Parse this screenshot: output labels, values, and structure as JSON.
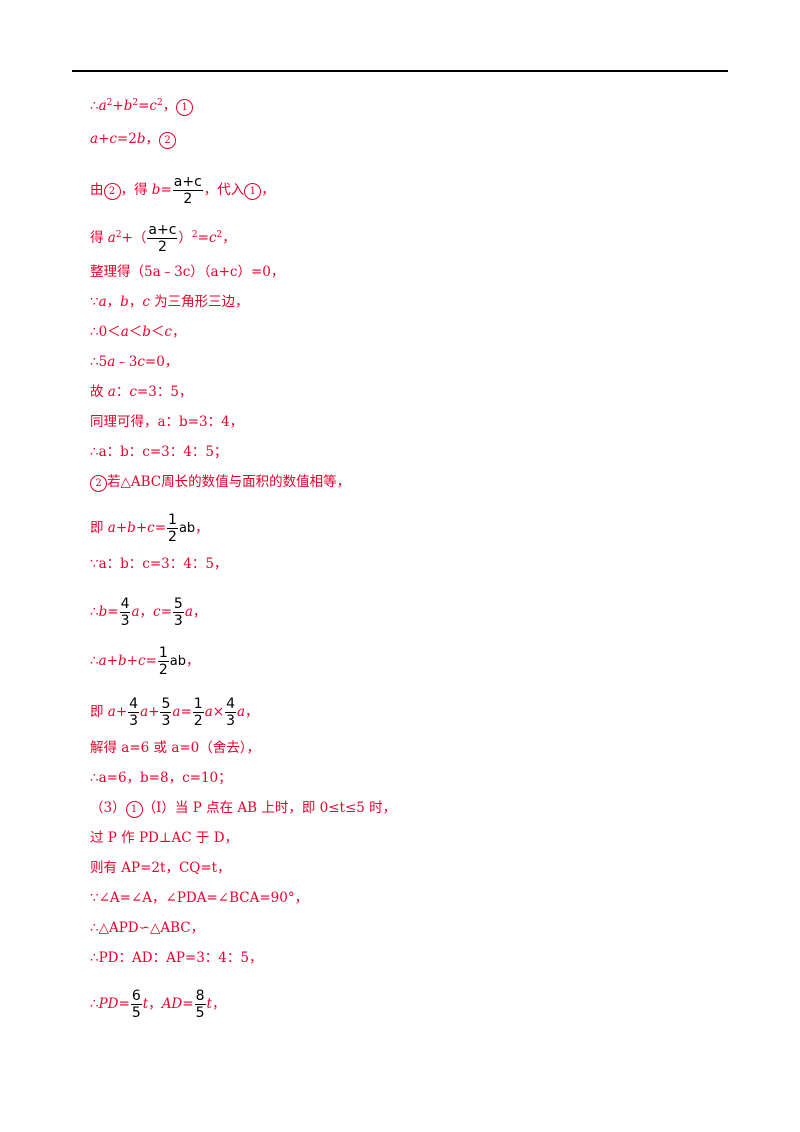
{
  "circ": {
    "one": "1",
    "two": "2"
  },
  "frac": {
    "a_plus_c": "a+c",
    "two": "2",
    "one": "1",
    "four": "4",
    "three": "3",
    "five": "5",
    "six": "6",
    "eight": "8"
  },
  "text": {
    "ab": "ab",
    "step3_t": "整理得（5a﹣3c）（a+c）=0，",
    "step8_t": "同理可得，a：b=3：4，",
    "step9_t": "∴a：b：c=3：4：5；",
    "step10_t": "若△ABC周长的数值与面积的数值相等，",
    "step12_t": "∵a：b：c=3：4：5，",
    "step16_t": "解得 a=6 或 a=0（舍去），",
    "step17_t": "∴a=6，b=8，c=10；",
    "step18_t": "（3）",
    "step18b_t": "（Ⅰ）当 P 点在 AB 上时，即 0≤t≤5 时，",
    "step19_t": "过 P 作 PD⊥AC 于 D，",
    "step20_t": "则有 AP=2t，CQ=t，",
    "step21_t": "∵∠A=∠A，∠PDA=∠BCA=90°，",
    "step22_t": "∴△APD∽△ABC，",
    "step23_t": "∴PD：AD：AP=3：4：5，"
  }
}
